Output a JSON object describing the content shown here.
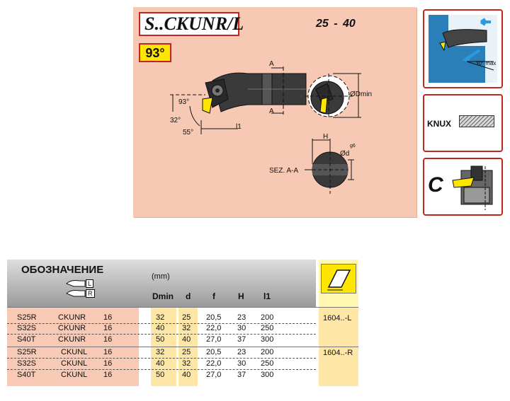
{
  "header": {
    "series_title": "S..CKUNR/L",
    "range": "25 -  40",
    "angle_badge": "93°"
  },
  "drawing_labels": {
    "a_top": "A",
    "a_bottom": "A",
    "angle_93": "93°",
    "angle_32": "32°",
    "angle_55": "55°",
    "l1": "l1",
    "dmin": "ØDmin",
    "h": "H",
    "d": "Ød",
    "g6": "g6",
    "section": "SEZ. A-A"
  },
  "side_icons": {
    "clearance_angle": "30° max",
    "knux_label": "KNUX",
    "c_label": "C"
  },
  "table": {
    "title": "ОБОЗНАЧЕНИЕ",
    "hand_left": "L",
    "hand_right": "R",
    "unit": "(mm)",
    "columns": [
      "Dmin",
      "d",
      "f",
      "H",
      "l1"
    ],
    "rows": [
      {
        "code": "S25R",
        "type": "CKUNR",
        "size": "16",
        "dmin": "32",
        "d": "25",
        "f": "20,5",
        "h": "23",
        "l1": "200"
      },
      {
        "code": "S32S",
        "type": "CKUNR",
        "size": "16",
        "dmin": "40",
        "d": "32",
        "f": "22,0",
        "h": "30",
        "l1": "250"
      },
      {
        "code": "S40T",
        "type": "CKUNR",
        "size": "16",
        "dmin": "50",
        "d": "40",
        "f": "27,0",
        "h": "37",
        "l1": "300"
      },
      {
        "code": "S25R",
        "type": "CKUNL",
        "size": "16",
        "dmin": "32",
        "d": "25",
        "f": "20,5",
        "h": "23",
        "l1": "200"
      },
      {
        "code": "S32S",
        "type": "CKUNL",
        "size": "16",
        "dmin": "40",
        "d": "32",
        "f": "22,0",
        "h": "30",
        "l1": "250"
      },
      {
        "code": "S40T",
        "type": "CKUNL",
        "size": "16",
        "dmin": "50",
        "d": "40",
        "f": "27,0",
        "h": "37",
        "l1": "300"
      }
    ],
    "insert_codes": [
      "1604..-L",
      "1604..-R"
    ]
  },
  "colors": {
    "panel_bg": "#f7c9b4",
    "accent_red": "#c0281e",
    "badge_yellow": "#ffe600",
    "insert_yellow": "#ffe600",
    "column_tint": "#fde6a6",
    "code_tint": "#f8c9b4"
  }
}
